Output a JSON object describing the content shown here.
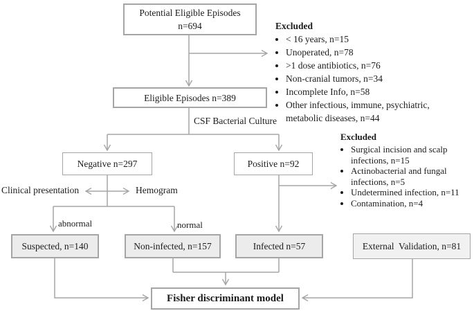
{
  "title": "Episode selection flow diagram",
  "colors": {
    "line": "#a5a5a5",
    "border": "#a5a5a5",
    "shaded": "#ececec",
    "external": "#f1f1f1",
    "white": "#ffffff",
    "text": "#1c1c1c"
  },
  "nodes": {
    "potential": {
      "line1": "Potential Eligible Episodes",
      "line2": "n=694"
    },
    "eligible": {
      "label": "Eligible Episodes n=389"
    },
    "negative": {
      "label": "Negative n=297"
    },
    "positive": {
      "label": "Positive n=92"
    },
    "suspected": {
      "label": "Suspected, n=140"
    },
    "non_infected": {
      "label": "Non-infected, n=157"
    },
    "infected": {
      "label": "Infected n=57"
    },
    "external": {
      "label": "External  Validation, n=81"
    },
    "fisher": {
      "label": "Fisher discriminant model"
    }
  },
  "labels": {
    "csf": "CSF Bacterial Culture",
    "clinical": "Clinical presentation",
    "hemogram": "Hemogram",
    "abnormal": "abnormal",
    "normal": "normal"
  },
  "excluded_top": {
    "heading": "Excluded",
    "items": [
      "< 16 years, n=15",
      "Unoperated, n=78",
      ">1 dose antibiotics, n=76",
      "Non-cranial tumors, n=34",
      "Incomplete Info, n=58",
      "Other infectious, immune, psychiatric, metabolic diseases, n=44"
    ]
  },
  "excluded_right": {
    "heading": "Excluded",
    "items": [
      "Surgical incision and scalp infections, n=15",
      "Actinobacterial and fungal infections, n=5",
      "Undetermined infection, n=11",
      "Contamination, n=4"
    ]
  }
}
